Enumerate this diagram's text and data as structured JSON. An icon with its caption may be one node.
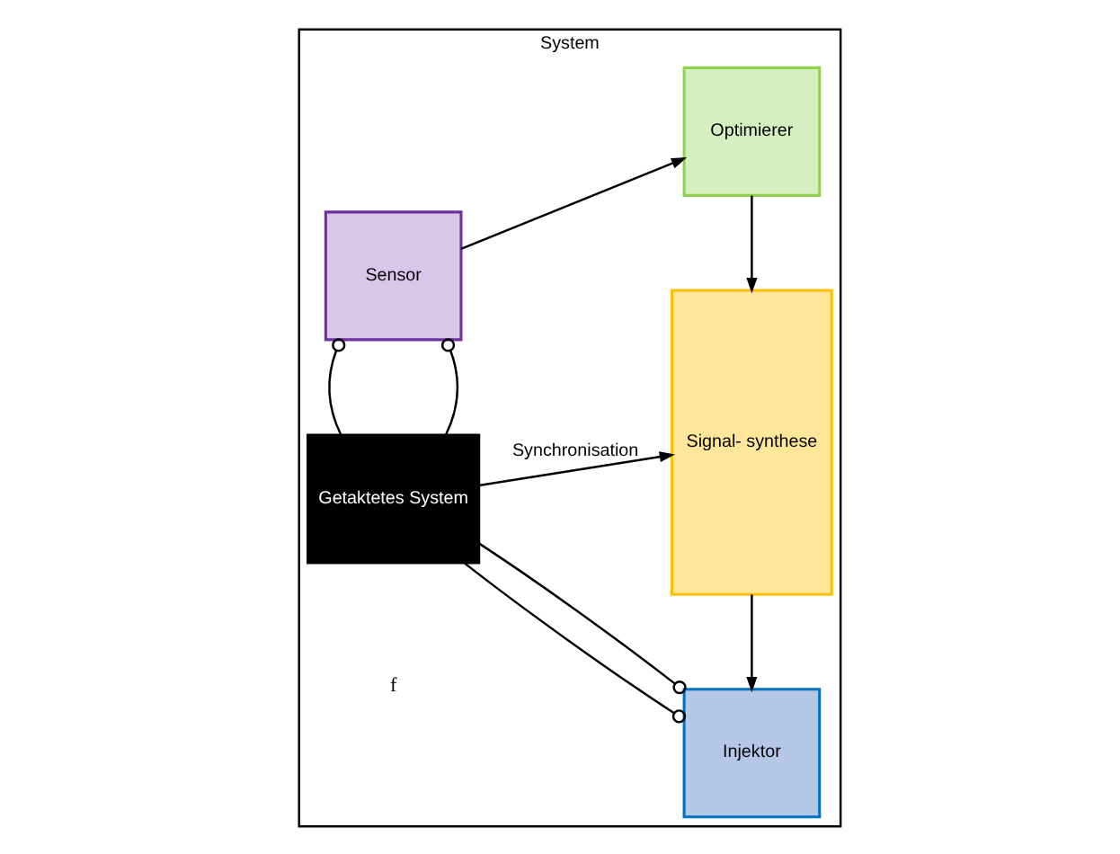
{
  "diagram": {
    "nodes": [
      {
        "text": [
          "System"
        ]
      },
      {
        "text": [
          "Getaktetes System"
        ],
        "in": 0
      },
      {
        "text": [
          "Injektor"
        ],
        "in": 0
      },
      {
        "text": [
          "Signal- synthese"
        ],
        "in": 0
      },
      {
        "text": [
          "Sensor"
        ],
        "in": 0
      },
      {
        "text": [
          "Optimierer"
        ],
        "in": 0
      }
    ],
    "edges": [
      {
        "from": 1,
        "to": 3,
        "arrow": "to",
        "label": "Synchronisation"
      },
      {
        "from": 3,
        "to": 2,
        "arrow": "to"
      },
      {
        "from": 1,
        "to": 2,
        "arrow": "other"
      },
      {
        "from": 1,
        "to": 2,
        "arrow": "other"
      },
      {
        "from": 1,
        "to": 4,
        "arrow": "other"
      },
      {
        "from": 1,
        "to": 4,
        "arrow": "other"
      },
      {
        "from": 4,
        "to": 5,
        "arrow": "to"
      },
      {
        "from": 5,
        "to": 3,
        "arrow": "to"
      }
    ],
    "labels": [
      "f"
    ]
  }
}
